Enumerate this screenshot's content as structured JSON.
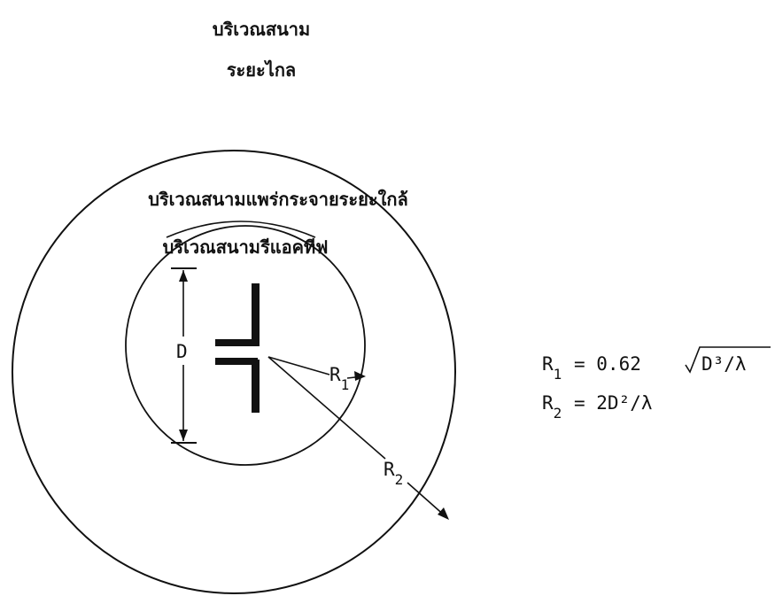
{
  "regions": {
    "far_field_line1": "บริเวณสนาม",
    "far_field_line2": "ระยะไกล",
    "radiating_near_field": "บริเวณสนามแพร่กระจายระยะใกล้",
    "reactive_near_field": "บริเวณสนามรีแอคทีฟ"
  },
  "dimension": {
    "d_label": "D"
  },
  "radii": {
    "r1_base": "R",
    "r1_sub": "1",
    "r2_base": "R",
    "r2_sub": "2"
  },
  "equations": {
    "eq1_lhs_base": "R",
    "eq1_lhs_sub": "1",
    "eq1_rhs_pre": "= 0.62",
    "eq1_radicand": "D³/λ",
    "eq2_lhs_base": "R",
    "eq2_lhs_sub": "2",
    "eq2_rhs": "= 2D²/λ"
  }
}
